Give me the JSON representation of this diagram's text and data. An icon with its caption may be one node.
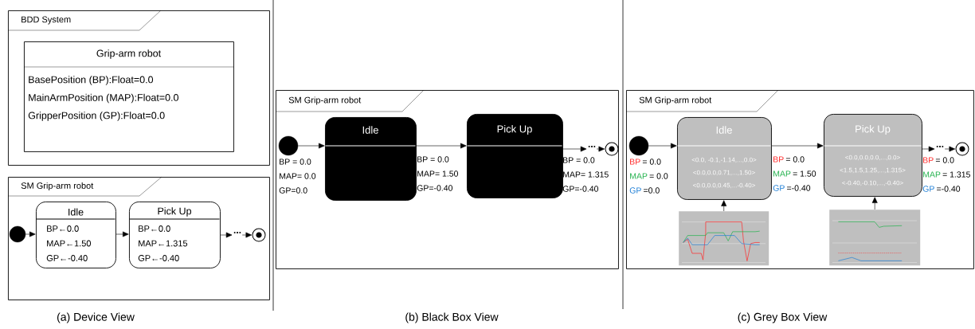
{
  "diagram": {
    "nodes": [
      {
        "text": [
          "BDD System"
        ]
      },
      {
        "text": [
          "Grip-arm robot",
          "BasePosition (BP):Float=0.0",
          "MainArmPosition (MAP):Float=0.0",
          "GripperPosition (GP):Float=0.0"
        ],
        "in": 0
      },
      {
        "text": [
          "SM Grip-arm robot"
        ]
      },
      {
        "text": [],
        "shape": "circle",
        "in": 2
      },
      {
        "text": [
          "Idle",
          "BP←0.0",
          "MAP←1.50",
          "GP←-0.40"
        ],
        "in": 2
      },
      {
        "text": [
          "Pick Up",
          "BP←0.0",
          "MAP←1.315",
          "GP←-0.40"
        ],
        "in": 2
      },
      {
        "text": [
          "..."
        ],
        "in": 2
      },
      {
        "text": [],
        "shape": "circle",
        "in": 2
      },
      {
        "text": [
          "SM Grip-arm robot"
        ]
      },
      {
        "text": [],
        "shape": "circle",
        "in": 8
      },
      {
        "text": [
          "Idle"
        ],
        "in": 8
      },
      {
        "text": [
          "Pick Up"
        ],
        "in": 8
      },
      {
        "text": [
          "..."
        ],
        "in": 8
      },
      {
        "text": [],
        "shape": "circle",
        "in": 8
      },
      {
        "text": [
          "SM Grip-arm robot"
        ]
      },
      {
        "text": [],
        "shape": "circle",
        "in": 14
      },
      {
        "text": [
          "Idle",
          "<0.0, -0.1,-1.14,...,0.0>",
          "<0.0,0.0,0.71,...,1.50>",
          "<0.0,0.0,0.45,...-0.40>"
        ],
        "in": 14
      },
      {
        "text": [
          "Pick Up",
          "<0.0,0.0,0.0,...,0.0>",
          "<1.5,1.5,1.25,...,1.315>",
          "<-0.40,-0.10,...,-0.40>"
        ],
        "in": 14
      },
      {
        "text": [
          "..."
        ],
        "in": 14
      },
      {
        "text": [],
        "shape": "circle",
        "in": 14
      },
      {
        "text": [],
        "shape": "picture",
        "in": 14
      },
      {
        "text": [],
        "shape": "picture",
        "in": 14
      }
    ],
    "edges": [
      {
        "from": 3,
        "to": 4,
        "arrow": "to"
      },
      {
        "from": 4,
        "to": 5,
        "arrow": "to"
      },
      {
        "from": 5,
        "to": 6,
        "arrow": "to"
      },
      {
        "from": 6,
        "to": 7,
        "arrow": "to"
      },
      {
        "from": 9,
        "to": 10,
        "arrow": "to"
      },
      {
        "from": 10,
        "to": 11,
        "arrow": "to"
      },
      {
        "from": 11,
        "to": 12,
        "arrow": "to"
      },
      {
        "from": 12,
        "to": 13,
        "arrow": "to"
      },
      {
        "from": 15,
        "to": 16,
        "arrow": "to"
      },
      {
        "from": 16,
        "to": 17,
        "arrow": "to"
      },
      {
        "from": 17,
        "to": 18,
        "arrow": "to"
      },
      {
        "from": 18,
        "to": 19,
        "arrow": "to"
      },
      {
        "from": 20,
        "to": 16,
        "arrow": "to"
      },
      {
        "from": 21,
        "to": 17,
        "arrow": "to"
      }
    ],
    "labels": [
      "BP = 0.0",
      "MAP= 0.0",
      "GP=0.0",
      "BP = 0.0",
      "MAP= 1.50",
      "GP=-0.40",
      "BP = 0.0",
      "MAP= 1.315",
      "GP=-0.40",
      "BP",
      "= 0.0",
      "MAP",
      "= 0.0",
      "GP",
      "=0.0",
      "BP",
      "= 0.0",
      "MAP",
      "= 1.50",
      "GP",
      "=-0.40",
      "BP",
      "= 0.0",
      "MAP",
      "= 1.315",
      "GP",
      "=-0.40",
      "(a) Device View",
      "(b) Black Box View",
      "(c) Grey Box View"
    ]
  }
}
